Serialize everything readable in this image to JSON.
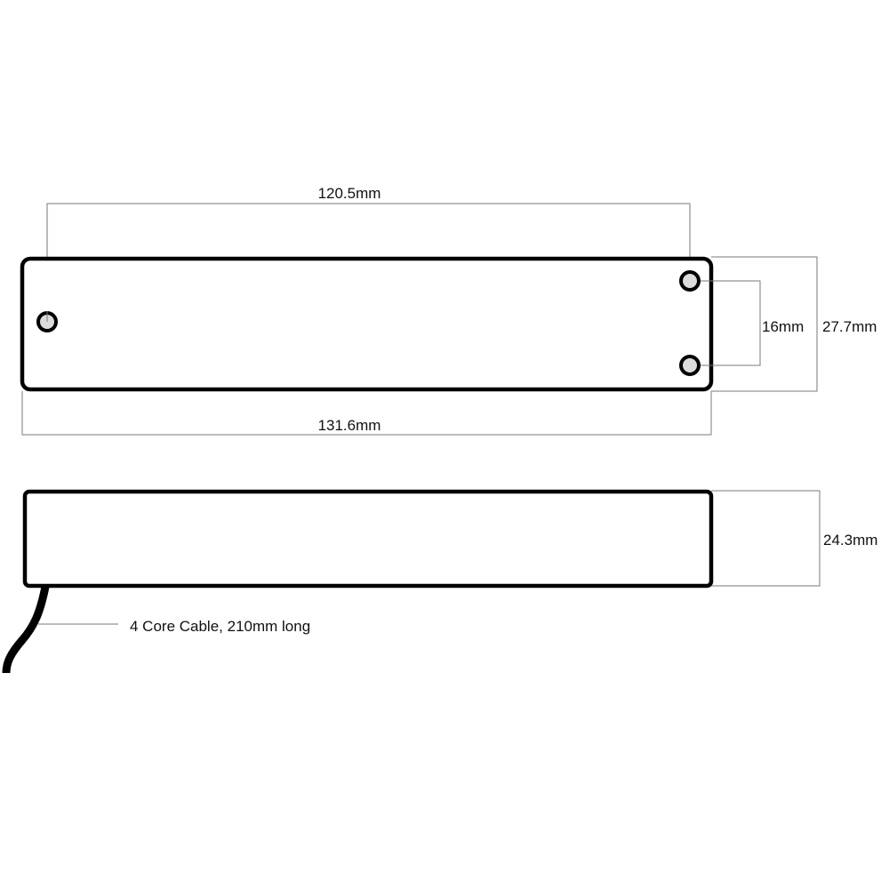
{
  "top_view": {
    "hole_spacing_length": "120.5mm",
    "hole_spacing_width": "16mm",
    "overall_width": "27.7mm",
    "overall_length": "131.6mm"
  },
  "side_view": {
    "height": "24.3mm",
    "cable_label": "4 Core Cable, 210mm long"
  }
}
